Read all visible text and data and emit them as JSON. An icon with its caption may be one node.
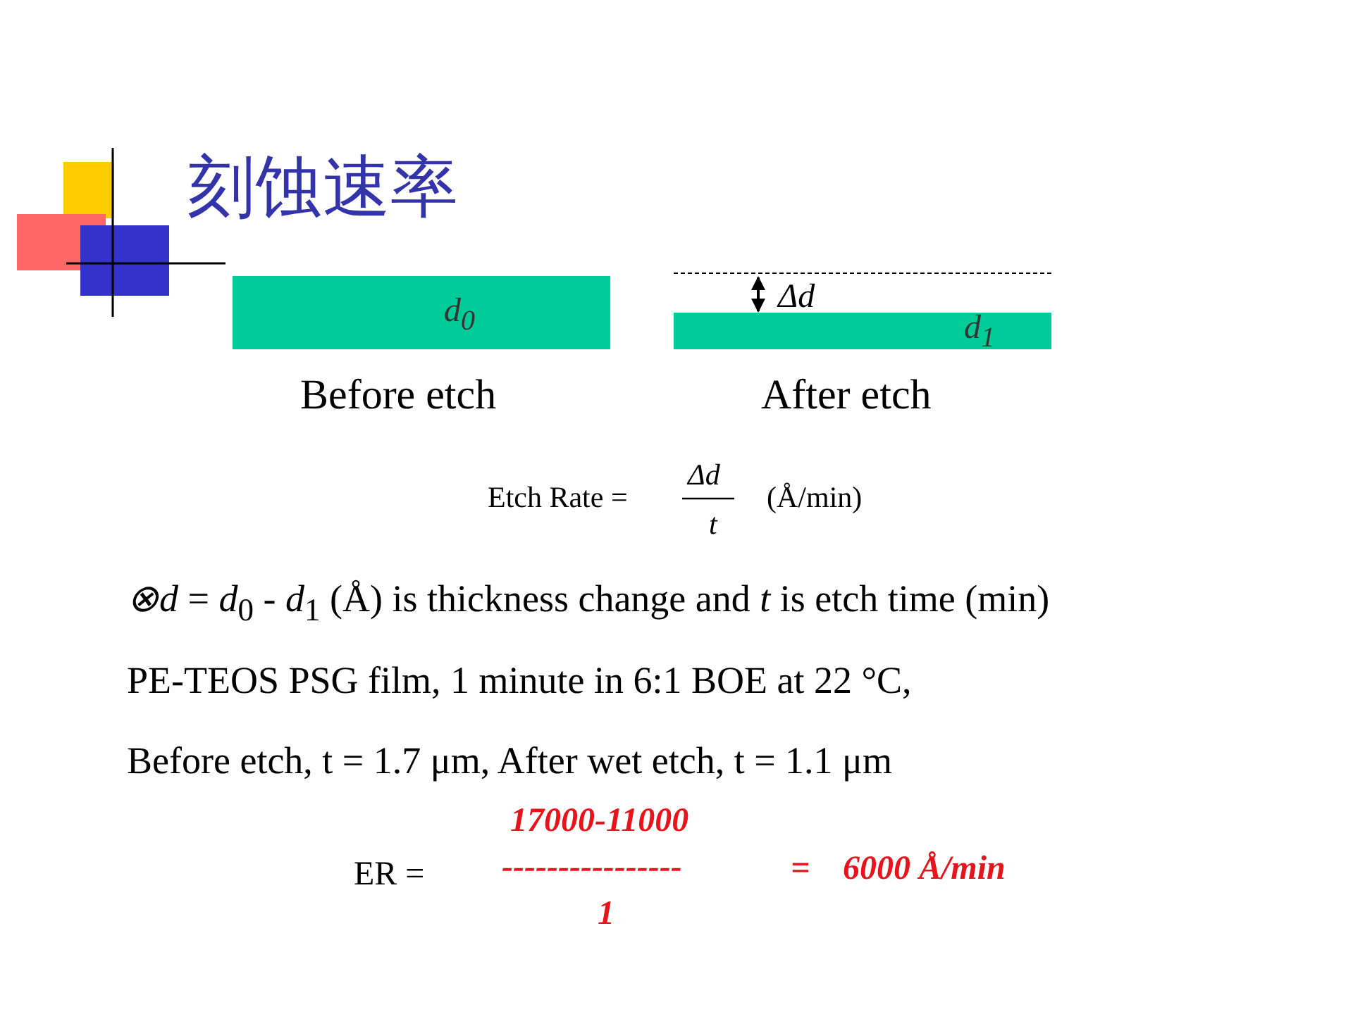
{
  "diagram": {
    "title": "刻蚀速率",
    "nodes": [
      {
        "text": [
          "d$_{0}$"
        ]
      },
      {
        "text": [
          "d$_{1}$"
        ]
      }
    ],
    "labels": [
      "Δd",
      "Before etch",
      "After etch",
      "Etch Rate =",
      "Δd",
      "t",
      "(Å/min)",
      "*⊗d* = *d*$_{0}$ - *d*$_{1}$ (Å) is thickness change and *t* is etch time (min)",
      "PE-TEOS PSG film, 1 minute in 6:1 BOE at 22 °C,",
      "Before etch, t = 1.7 μm, After wet etch, t = 1.1 μm",
      "ER =",
      "17000-11000",
      "----------------",
      "1",
      "=",
      "6000 Å/min"
    ]
  }
}
